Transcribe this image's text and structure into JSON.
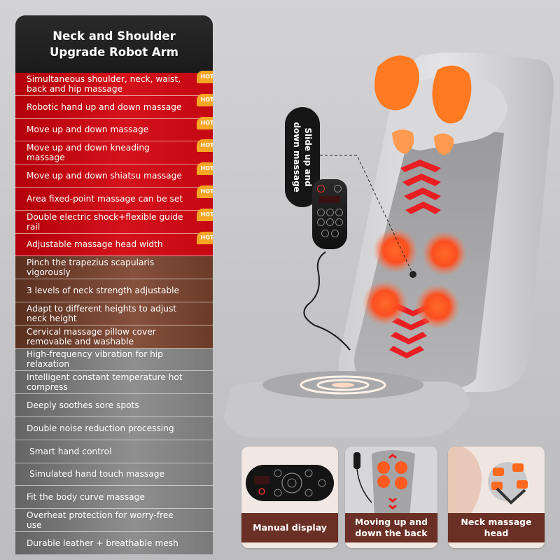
{
  "panel": {
    "title": "Neck and Shoulder\nUpgrade Robot Arm",
    "hot_label": "HOT",
    "features": [
      {
        "text": "Simultaneous shoulder, neck, waist, back and hip massage",
        "style": "red",
        "hot": true
      },
      {
        "text": "Robotic hand up and down massage",
        "style": "red",
        "hot": true
      },
      {
        "text": "Move up and down massage",
        "style": "red",
        "hot": true
      },
      {
        "text": "Move up and down kneading massage",
        "style": "red",
        "hot": true
      },
      {
        "text": "Move up and down shiatsu massage",
        "style": "red",
        "hot": true
      },
      {
        "text": "Area fixed-point massage can be set",
        "style": "red",
        "hot": true
      },
      {
        "text": "Double electric shock+flexible guide rail",
        "style": "red",
        "hot": true
      },
      {
        "text": "Adjustable massage head width",
        "style": "red",
        "hot": true
      },
      {
        "text": "Pinch the trapezius scapularis vigorously",
        "style": "brown",
        "hot": false
      },
      {
        "text": "3 levels of neck strength adjustable",
        "style": "brown",
        "hot": false
      },
      {
        "text": "Adapt to different heights to adjust neck height",
        "style": "brown",
        "hot": false
      },
      {
        "text": "Cervical massage pillow cover removable and washable",
        "style": "brown",
        "hot": false
      },
      {
        "text": "High-frequency vibration for hip relaxation",
        "style": "gray",
        "hot": false
      },
      {
        "text": "Intelligent constant temperature hot compress",
        "style": "gray",
        "hot": false
      },
      {
        "text": "Deeply soothes sore spots",
        "style": "gray",
        "hot": false
      },
      {
        "text": "Double noise reduction processing",
        "style": "gray",
        "hot": false
      },
      {
        "text": "Smart hand control",
        "style": "gray ind",
        "hot": false
      },
      {
        "text": "Simulated hand touch massage",
        "style": "gray ind",
        "hot": false
      },
      {
        "text": "Fit the body curve massage",
        "style": "gray",
        "hot": false
      },
      {
        "text": "Overheat protection for worry-free use",
        "style": "gray",
        "hot": false
      },
      {
        "text": "Durable leather + breathable mesh",
        "style": "gray",
        "hot": false
      }
    ]
  },
  "product": {
    "callout": "Slide up and\ndown massage"
  },
  "cards": [
    {
      "label": "Manual display"
    },
    {
      "label": "Moving up and\ndown the back"
    },
    {
      "label": "Neck massage head"
    }
  ],
  "colors": {
    "accent_red": "#d4121c",
    "hot_badge": "#f7a623",
    "card_label": "#6a2f25",
    "heat_orange": "#ff5a1f"
  }
}
